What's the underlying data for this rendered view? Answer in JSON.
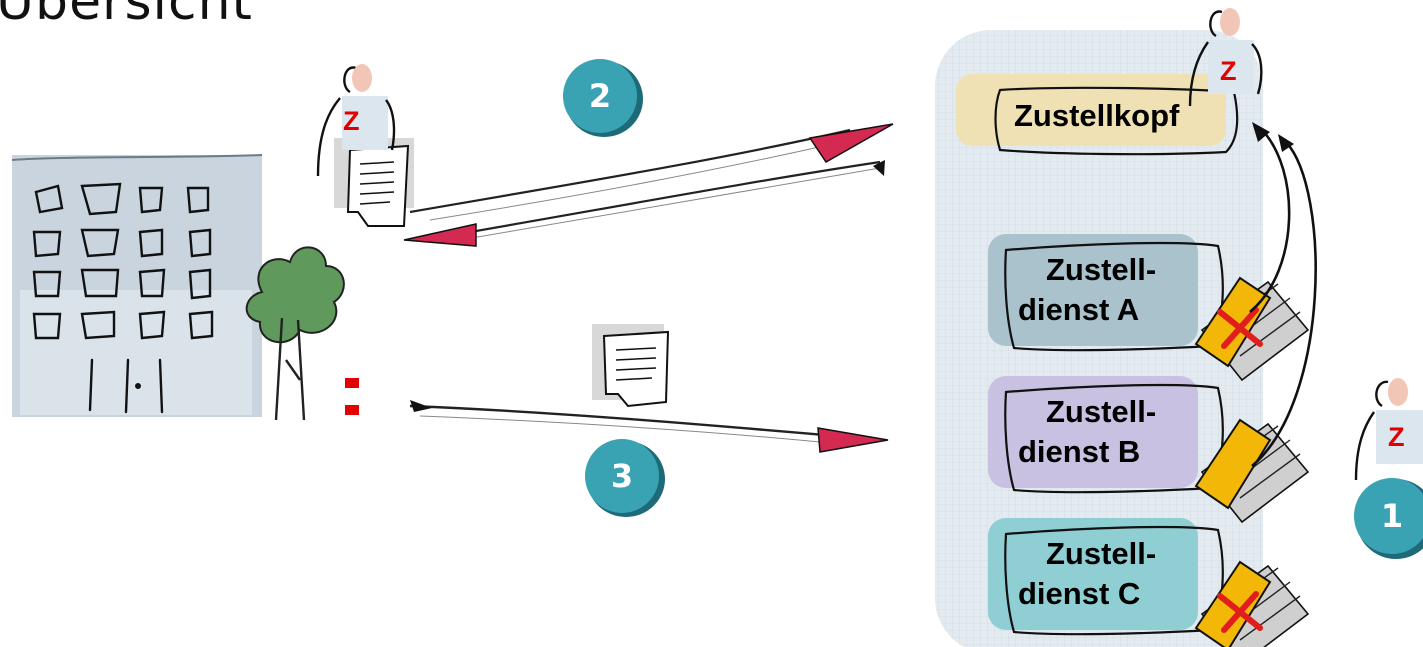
{
  "slide": {
    "title": "Übersicht",
    "z_symbol": "Z"
  },
  "diagram": {
    "steps": [
      "2",
      "3",
      "1"
    ],
    "zustellkopf": "Zustellkopf",
    "services": [
      {
        "line1": "Zustell-",
        "line2": "dienst A",
        "status": "rejected"
      },
      {
        "line1": "Zustell-",
        "line2": "dienst B",
        "status": "selected"
      },
      {
        "line1": "Zustell-",
        "line2": "dienst C",
        "status": "rejected"
      }
    ]
  },
  "colors": {
    "circle": "#3aa3b3",
    "arrowhead": "#d42950",
    "zustellkopf_fill": "#efe1b4",
    "service_a_fill": "#a9c2cc",
    "service_b_fill": "#c8c1e2",
    "service_c_fill": "#8fcfd3",
    "panel_fill": "#e3ebf1",
    "building_fill": "#c9d4de",
    "tree_fill": "#5f9a5c",
    "mark_x": "#e11d1d",
    "folder": "#f2b707"
  }
}
